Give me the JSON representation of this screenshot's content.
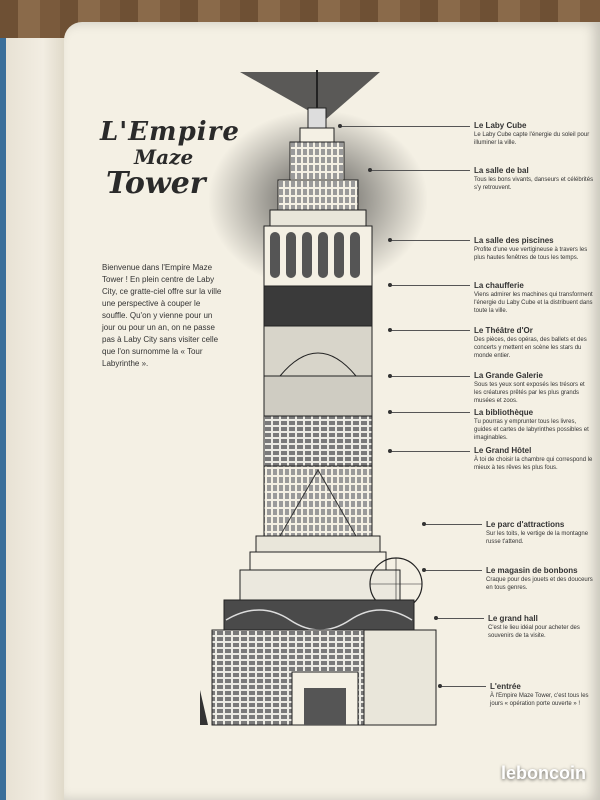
{
  "title": {
    "line1": "L'Empire",
    "line2": "Maze",
    "line3": "Tower"
  },
  "intro": "Bienvenue dans l'Empire Maze Tower ! En plein centre de Laby City, ce gratte-ciel offre sur la ville une perspective à couper le souffle. Qu'on y vienne pour un jour ou pour un an, on ne passe pas à Laby City sans visiter celle que l'on surnomme la « Tour Labyrinthe ».",
  "labels": [
    {
      "title": "Le Laby Cube",
      "desc": "Le Laby Cube capte l'énergie du soleil pour illuminer la ville."
    },
    {
      "title": "La salle de bal",
      "desc": "Tous les bons vivants, danseurs et célébrités s'y retrouvent."
    },
    {
      "title": "La salle des piscines",
      "desc": "Profite d'une vue vertigineuse à travers les plus hautes fenêtres de tous les temps."
    },
    {
      "title": "La chaufferie",
      "desc": "Viens admirer les machines qui transforment l'énergie du Laby Cube et la distribuent dans toute la ville."
    },
    {
      "title": "Le Théâtre d'Or",
      "desc": "Des pièces, des opéras, des ballets et des concerts y mettent en scène les stars du monde entier."
    },
    {
      "title": "La Grande Galerie",
      "desc": "Sous tes yeux sont exposés les trésors et les créatures prêtés par les plus grands musées et zoos."
    },
    {
      "title": "La bibliothèque",
      "desc": "Tu pourras y emprunter tous les livres, guides et cartes de labyrinthes possibles et imaginables."
    },
    {
      "title": "Le Grand Hôtel",
      "desc": "À toi de choisir la chambre qui correspond le mieux à tes rêves les plus fous."
    },
    {
      "title": "Le parc d'attractions",
      "desc": "Sur les toits, le vertige de la montagne russe t'attend."
    },
    {
      "title": "Le magasin de bonbons",
      "desc": "Craque pour des jouets et des douceurs en tous genres."
    },
    {
      "title": "Le grand hall",
      "desc": "C'est le lieu idéal pour acheter des souvenirs de ta visite."
    },
    {
      "title": "L'entrée",
      "desc": "À l'Empire Maze Tower, c'est tous les jours « opération porte ouverte » !"
    }
  ],
  "watermark": "leboncoin"
}
